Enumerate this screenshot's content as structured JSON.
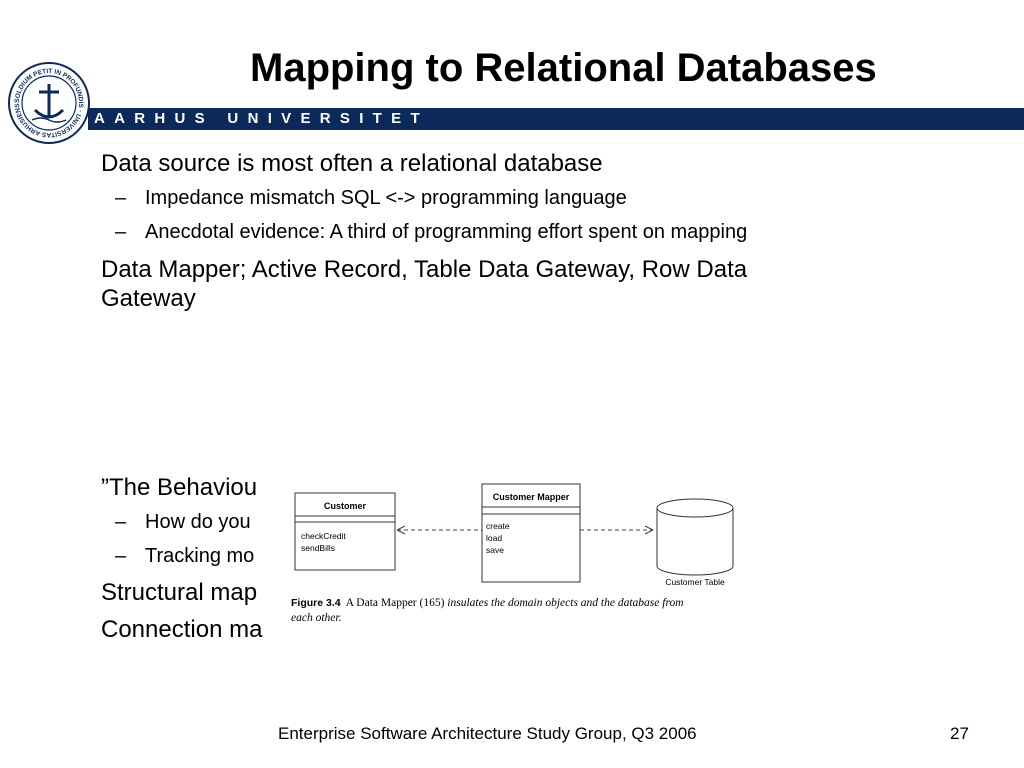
{
  "header": {
    "title": "Mapping to Relational Databases",
    "university": "AARHUS UNIVERSITET",
    "seal_text": "SOLDIUM PETIT IN PROFUNDIS · UNIVERSITAS ARHUSIENSIS",
    "bar_color": "#0b2a5b"
  },
  "bullets": {
    "b1": "Data source is most often a relational database",
    "b1_sub1": "Impedance mismatch SQL <-> programming language",
    "b1_sub2": "Anecdotal evidence: A third of programming effort spent on mapping",
    "b2_line1": "Data Mapper; Active Record, Table Data Gateway, Row Data",
    "b2_line2": "Gateway",
    "b3": "”The Behaviou",
    "b3_sub1": "How do you",
    "b3_sub2": "Tracking mo",
    "b4": "Structural map",
    "b5": "Connection ma"
  },
  "figure": {
    "customer_title": "Customer",
    "customer_methods": [
      "checkCredit",
      "sendBills"
    ],
    "mapper_title": "Customer Mapper",
    "mapper_methods": [
      "create",
      "load",
      "save"
    ],
    "db_label": "Customer Table",
    "caption_figure": "Figure 3.4",
    "caption_text": "A Data Mapper (165)",
    "caption_rest": "insulates the domain objects and the database from",
    "caption_line2": "each other."
  },
  "footer": {
    "text": "Enterprise Software Architecture Study Group, Q3 2006",
    "page": "27"
  }
}
